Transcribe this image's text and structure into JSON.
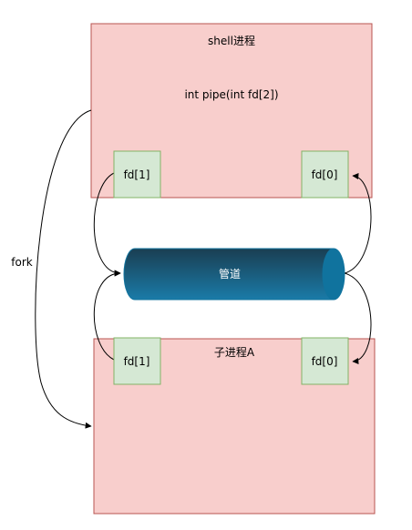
{
  "diagram": {
    "shell_process": {
      "title": "shell进程",
      "call": "int pipe(int fd[2])",
      "fd_write": "fd[1]",
      "fd_read": "fd[0]",
      "fill": "#f8cecc",
      "stroke": "#b85450"
    },
    "child_process": {
      "title": "子进程A",
      "fd_write": "fd[1]",
      "fd_read": "fd[0]",
      "fill": "#f8cecc",
      "stroke": "#b85450"
    },
    "pipe": {
      "label": "管道",
      "color_dark": "#10739e",
      "color_mid": "#10739e",
      "color_light": "#1a3e52"
    },
    "fd_box_style": {
      "fill": "#d5e8d4",
      "stroke": "#82b366"
    },
    "fork_label": "fork"
  }
}
